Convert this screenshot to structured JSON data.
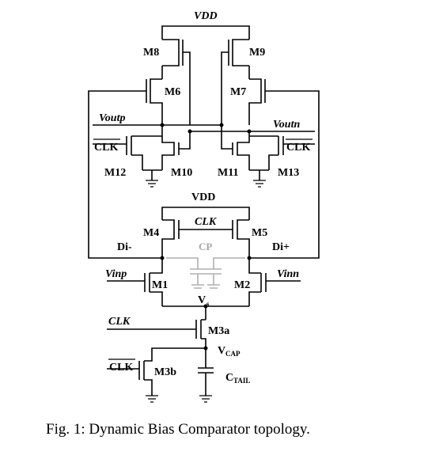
{
  "diagram": {
    "vdd_top": "VDD",
    "vdd_mid": "VDD",
    "transistors": {
      "m8": "M8",
      "m9": "M9",
      "m6": "M6",
      "m7": "M7",
      "m12": "M12",
      "m10": "M10",
      "m11": "M11",
      "m13": "M13",
      "m4": "M4",
      "m5": "M5",
      "m1": "M1",
      "m2": "M2",
      "m3a": "M3a",
      "m3b": "M3b"
    },
    "signals": {
      "voutp": "Voutp",
      "voutn": "Voutn",
      "clk_bar_left": "CLK",
      "clk_bar_right": "CLK",
      "clk_mid": "CLK",
      "dim": "Di-",
      "dip": "Di+",
      "vinp": "Vinp",
      "vinn": "Vinn",
      "clk_m3a": "CLK",
      "clk_bar_m3b": "CLK",
      "cp": "CP",
      "vs_main": "V",
      "vs_sub": "s",
      "vcap_main": "V",
      "vcap_sub": "CAP",
      "ctail_main": "C",
      "ctail_sub": "TAIL"
    }
  },
  "caption": "Fig. 1: Dynamic Bias Comparator topology."
}
